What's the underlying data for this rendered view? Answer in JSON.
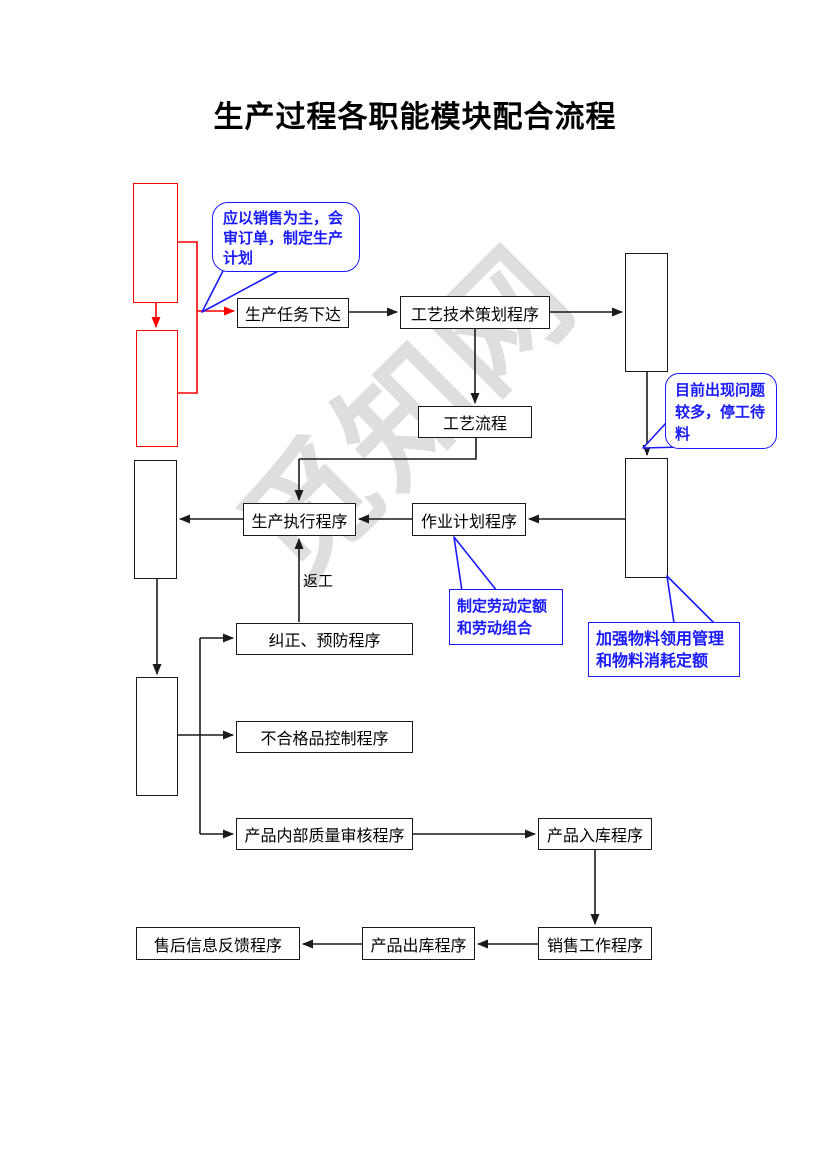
{
  "title": "生产过程各职能模块配合流程",
  "watermark": "觅知网",
  "colors": {
    "flow_line": "#1a1a1a",
    "highlight": "#ff0000",
    "annotation": "#1a1aff"
  },
  "nodes": {
    "task_issue": "生产任务下达",
    "tech_planning": "工艺技术策划程序",
    "process_flow": "工艺流程",
    "production_exec": "生产执行程序",
    "job_planning": "作业计划程序",
    "correction": "纠正、预防程序",
    "nonconforming": "不合格品控制程序",
    "internal_audit": "产品内部质量审核程序",
    "warehouse_in": "产品入库程序",
    "sales_work": "销售工作程序",
    "warehouse_out": "产品出库程序",
    "after_sales": "售后信息反馈程序"
  },
  "edge_label": "返工",
  "annotations": {
    "plan_note": "应以销售为主，会审订单，制定生产计划",
    "stoppage_note": "目前出现问题较多，停工待料",
    "labor_note": "制定劳动定额和劳动组合",
    "material_note": "加强物料领用管理和物料消耗定额"
  }
}
